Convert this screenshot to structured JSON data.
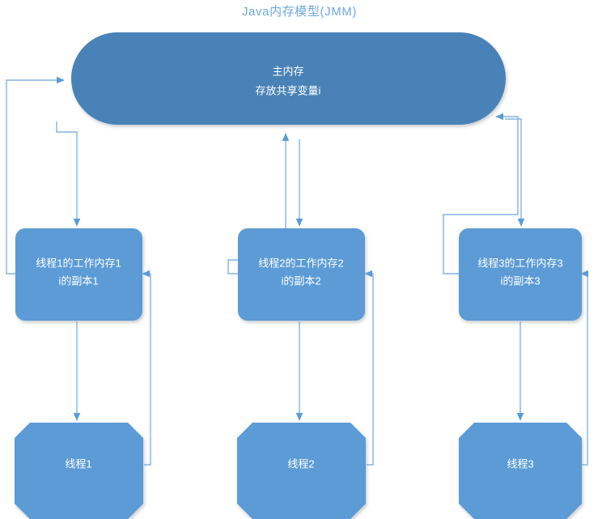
{
  "diagram": {
    "title": "Java内存模型(JMM)",
    "colors": {
      "title_text": "#6fa8dc",
      "main_memory_fill": "#4a82b6",
      "block_fill": "#5b9bd5",
      "connector_stroke": "#83b3e0",
      "label_text": "#ffffff",
      "background": "#ffffff"
    },
    "main_memory": {
      "line1": "主内存",
      "line2": "存放共享变量i"
    },
    "working_memories": [
      {
        "line1": "线程1的工作内存1",
        "line2": "i的副本1"
      },
      {
        "line1": "线程2的工作内存2",
        "line2": "i的副本2"
      },
      {
        "line1": "线程3的工作内存3",
        "line2": "i的副本3"
      }
    ],
    "threads": [
      {
        "label": "线程1"
      },
      {
        "label": "线程2"
      },
      {
        "label": "线程3"
      }
    ]
  }
}
